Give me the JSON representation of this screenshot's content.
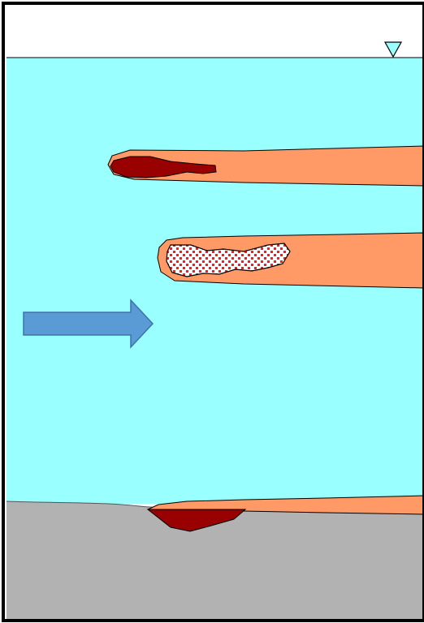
{
  "diagram": {
    "elements": [
      {
        "name": "water-surface-marker-icon",
        "icon": "inverted-triangle",
        "color": "#99FFFF"
      },
      {
        "name": "water-body",
        "color": "#99FFFF"
      },
      {
        "name": "seabed",
        "color": "#B2B2B2"
      },
      {
        "name": "flow-direction-arrow",
        "icon": "right-arrow",
        "color": "#5B9BD5"
      },
      {
        "name": "upper-plume",
        "color": "#FF9966"
      },
      {
        "name": "upper-source-dark",
        "color": "#990000"
      },
      {
        "name": "middle-plume",
        "color": "#FF9966"
      },
      {
        "name": "middle-source-dotted",
        "color": "#FF0000"
      },
      {
        "name": "bottom-plume",
        "color": "#FF9966"
      },
      {
        "name": "bottom-source-dark",
        "color": "#990000"
      }
    ]
  }
}
